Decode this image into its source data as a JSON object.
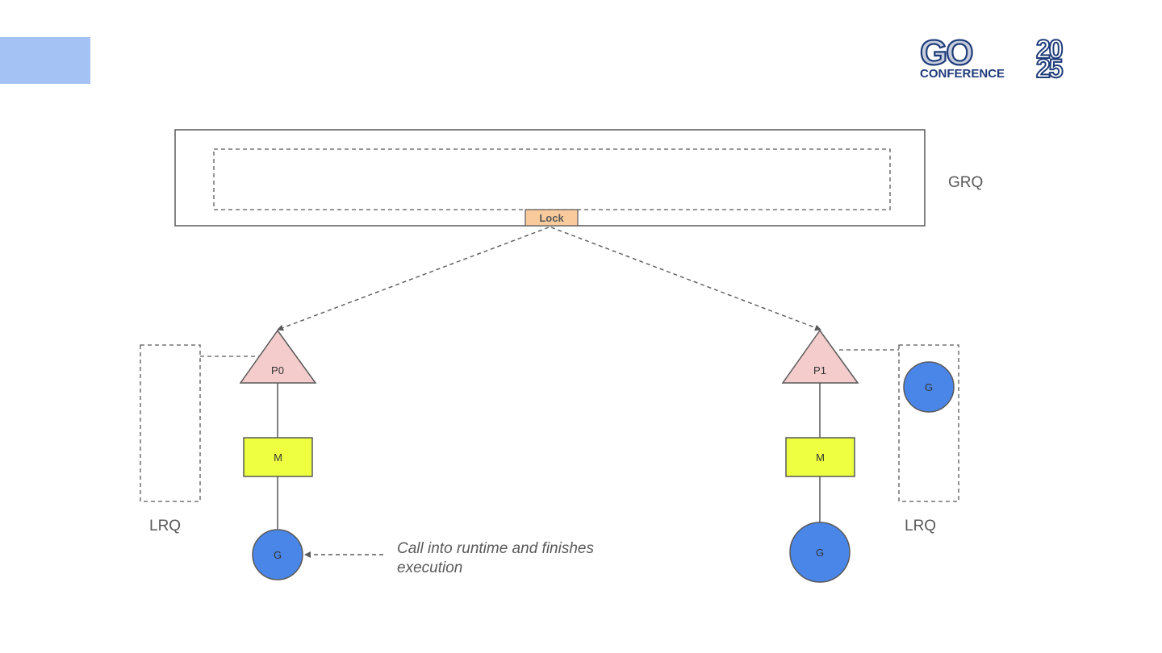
{
  "logo": {
    "go_text": "GO",
    "year_top": "20",
    "year_bottom": "25",
    "sub_text": "CONFERENCE",
    "color": "#1f3c7a"
  },
  "diagram": {
    "grq_label": "GRQ",
    "lock_label": "Lock",
    "left": {
      "processor_label": "P0",
      "machine_label": "M",
      "goroutine_label": "G",
      "queue_label": "LRQ"
    },
    "right": {
      "processor_label": "P1",
      "machine_label": "M",
      "goroutine_label": "G",
      "queue_goroutine_label": "G",
      "queue_label": "LRQ"
    },
    "annotation_line1": "Call into runtime and finishes",
    "annotation_line2": "execution"
  },
  "colors": {
    "processor": "#f4cccc",
    "machine": "#eeff41",
    "goroutine": "#4a86e8",
    "lock": "#f9cb9c",
    "corner_tab": "#a4c2f4",
    "stroke": "#595959"
  }
}
